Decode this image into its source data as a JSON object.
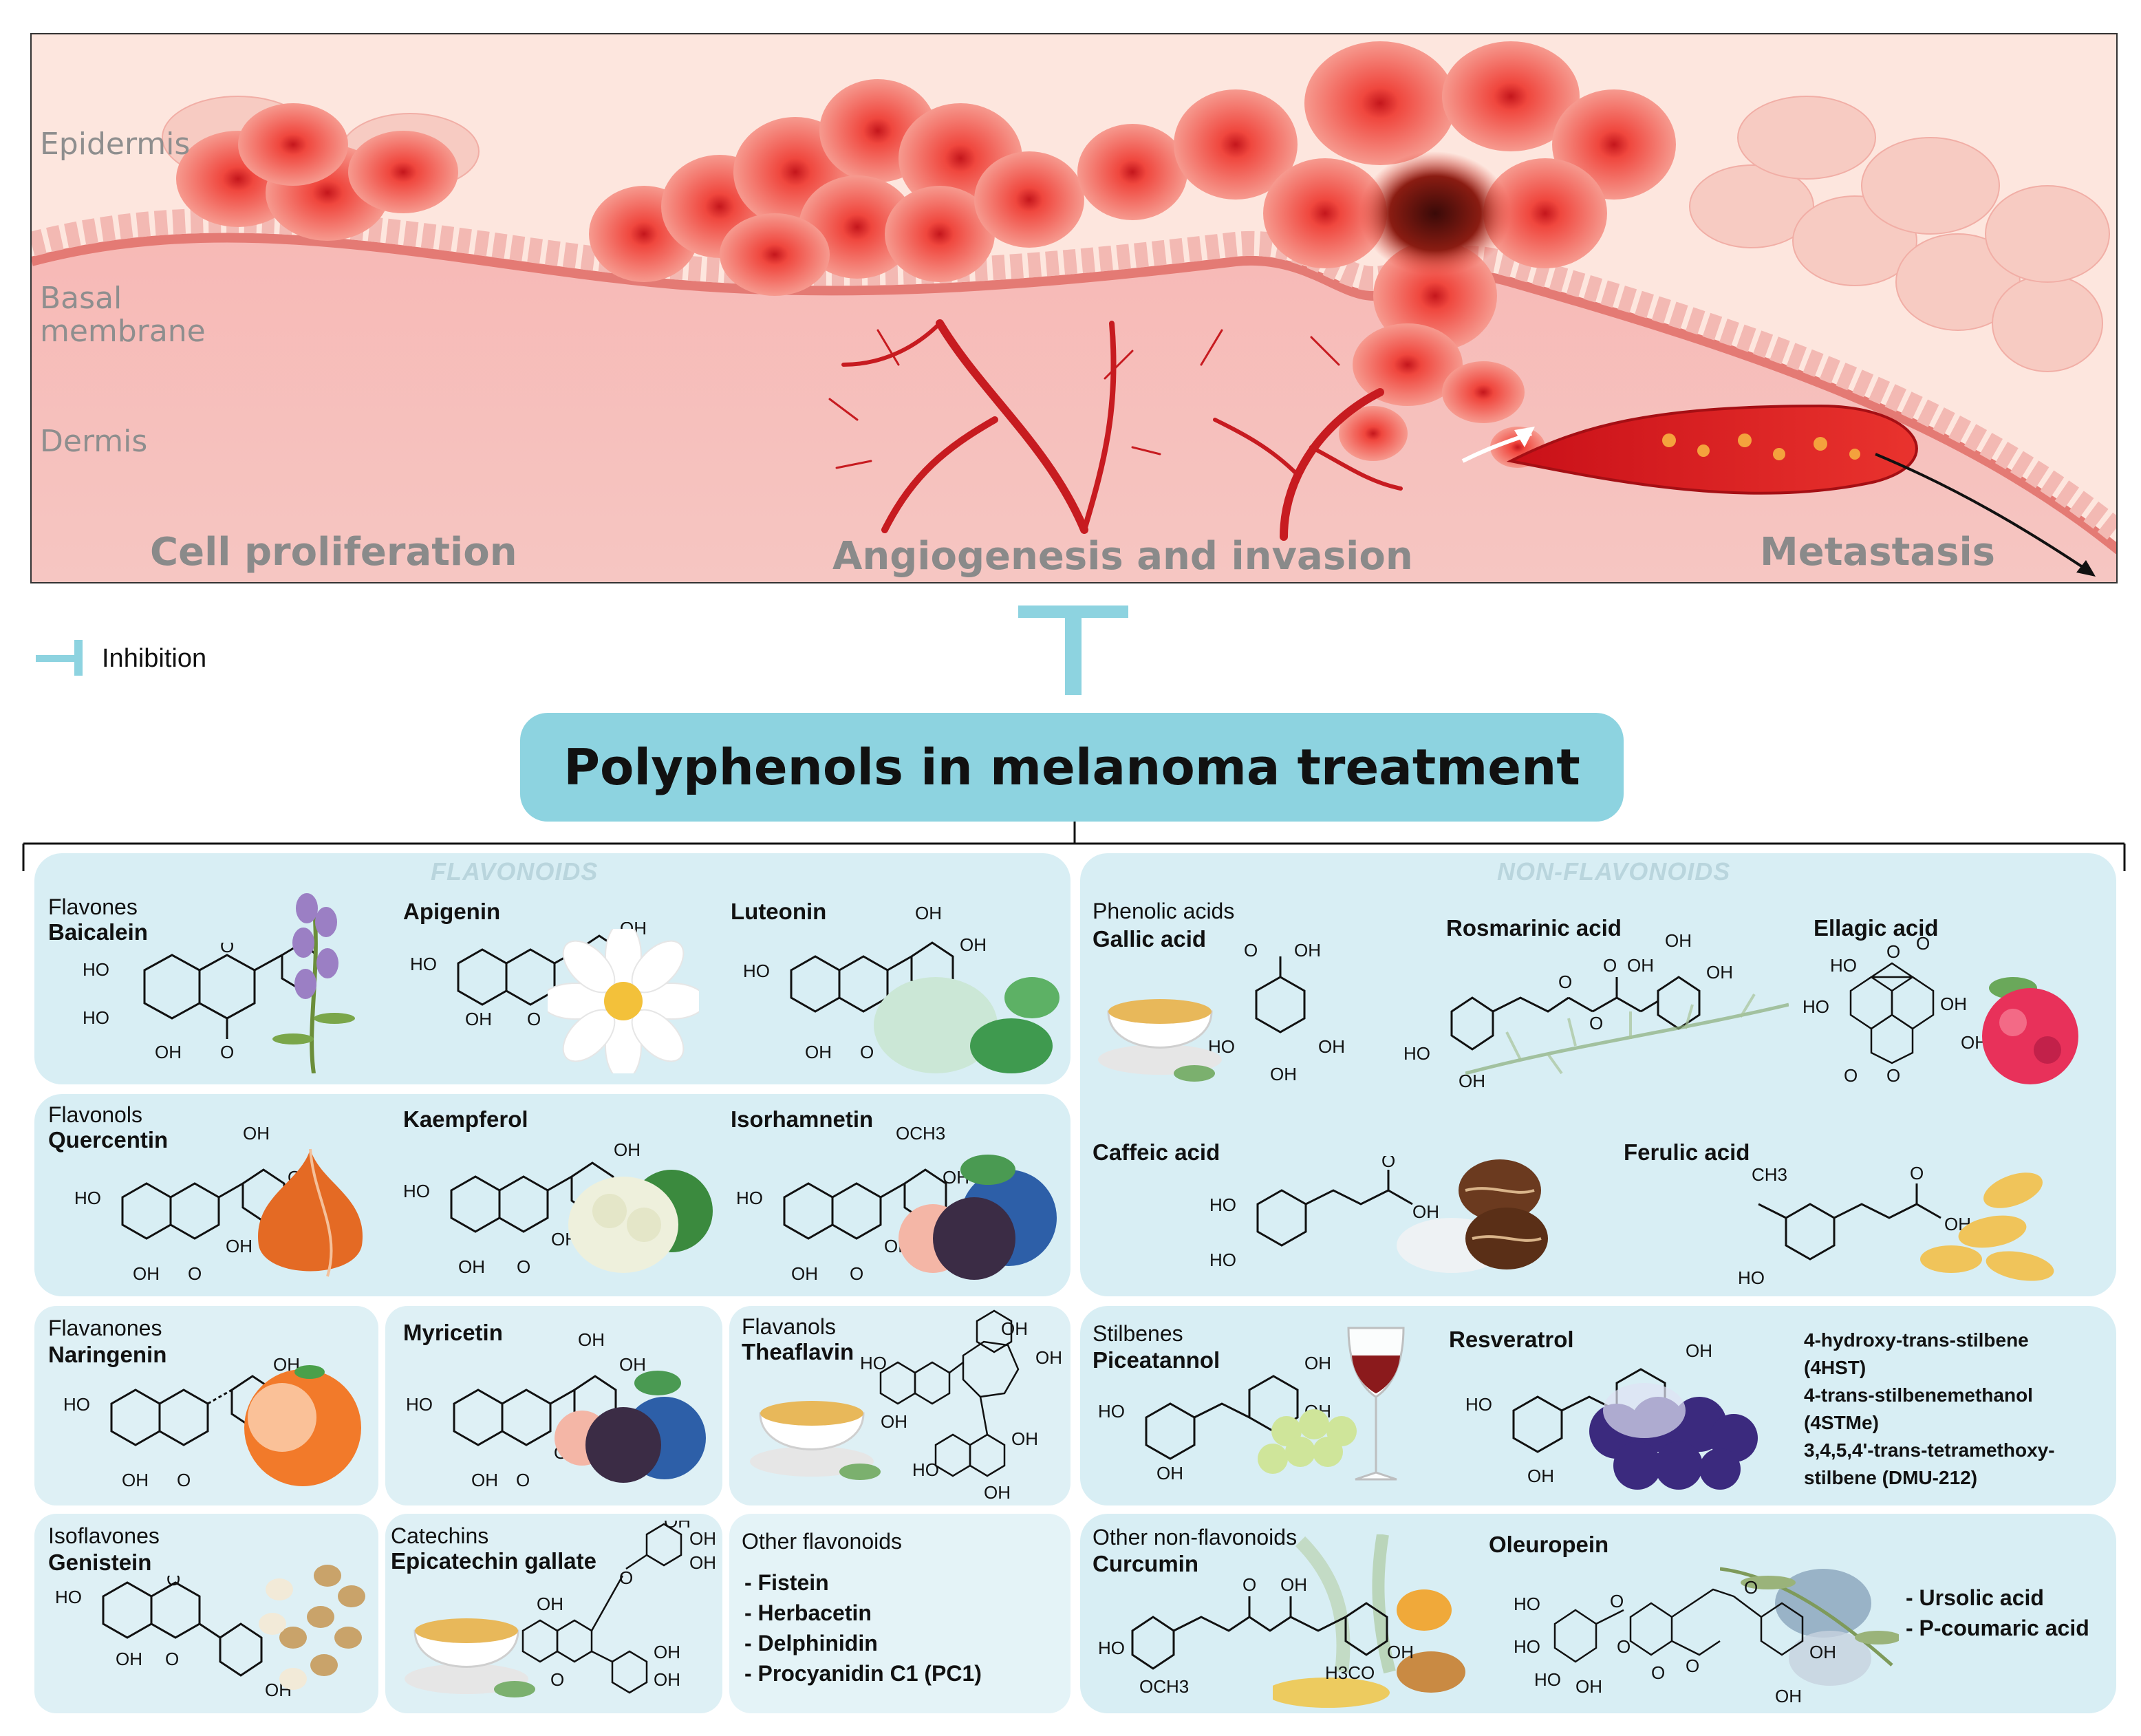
{
  "skin": {
    "layers": {
      "epidermis": "Epidermis",
      "basal": "Basal\nmembrane",
      "dermis": "Dermis"
    },
    "stages": {
      "proliferation": "Cell proliferation",
      "angiogenesis": "Angiogenesis and invasion",
      "metastasis": "Metastasis"
    }
  },
  "legend": {
    "inhibition": "Inhibition"
  },
  "title": "Polyphenols in melanoma treatment",
  "groups": {
    "flavonoids": "FLAVONOIDS",
    "non_flavonoids": "NON-FLAVONOIDS"
  },
  "flavonoids": {
    "flavones": {
      "category": "Flavones",
      "baicalein": "Baicalein",
      "apigenin": "Apigenin",
      "luteonin": "Luteonin"
    },
    "flavonols": {
      "category": "Flavonols",
      "quercentin": "Quercentin",
      "kaempferol": "Kaempferol",
      "isorhamnetin": "Isorhamnetin"
    },
    "flavanones": {
      "category": "Flavanones",
      "naringenin": "Naringenin"
    },
    "myricetin": "Myricetin",
    "flavanols": {
      "category": "Flavanols",
      "theaflavin": "Theaflavin"
    },
    "isoflavones": {
      "category": "Isoflavones",
      "genistein": "Genistein"
    },
    "catechins": {
      "category": "Catechins",
      "epicatechin": "Epicatechin gallate"
    },
    "other": {
      "category": "Other flavonoids",
      "items": [
        "- Fistein",
        "- Herbacetin",
        "- Delphinidin",
        "- Procyanidin C1 (PC1)"
      ]
    }
  },
  "non_flavonoids": {
    "phenolic": {
      "category": "Phenolic acids",
      "gallic": "Gallic acid",
      "rosmarinic": "Rosmarinic acid",
      "ellagic": "Ellagic acid",
      "caffeic": "Caffeic acid",
      "ferulic": "Ferulic acid"
    },
    "stilbenes": {
      "category": "Stilbenes",
      "piceatannol": "Piceatannol",
      "resveratrol": "Resveratrol",
      "list": [
        "4-hydroxy-trans-stilbene",
        "(4HST)",
        "4-trans-stilbenemethanol",
        "(4STMe)",
        "3,4,5,4'-trans-tetramethoxy-",
        "stilbene (DMU-212)"
      ]
    },
    "other": {
      "category": "Other non-flavonoids",
      "curcumin": "Curcumin",
      "oleuropein": "Oleuropein",
      "items": [
        "- Ursolic acid",
        "- P-coumaric acid"
      ]
    }
  },
  "chem": {
    "oh": "OH",
    "ho": "HO",
    "o": "O",
    "och3": "OCH3",
    "ch3": "CH3",
    "h3co": "H3CO"
  },
  "colors": {
    "title_bg": "#8dd3e0",
    "inhibit": "#8dd3e0",
    "panel": "#d8eef4",
    "tumor": "#d9302a",
    "skin": "#f7c1bd"
  }
}
